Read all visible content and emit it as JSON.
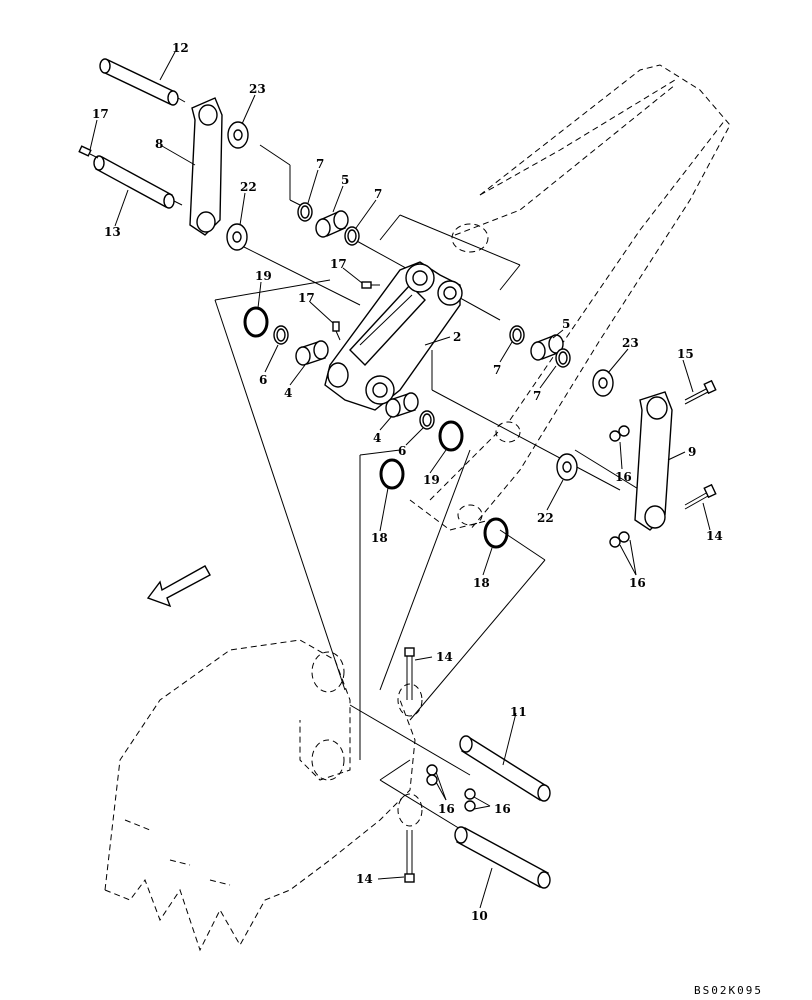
{
  "diagram": {
    "drawing_code": "BS02K095",
    "callouts": {
      "c1": "12",
      "c2": "17",
      "c3": "8",
      "c4": "23",
      "c5": "13",
      "c6": "7",
      "c7": "5",
      "c8": "7",
      "c9": "22",
      "c10": "17",
      "c11": "19",
      "c12": "17",
      "c13": "2",
      "c14": "6",
      "c15": "4",
      "c16": "7",
      "c17": "5",
      "c18": "23",
      "c19": "7",
      "c20": "15",
      "c21": "4",
      "c22": "6",
      "c23": "19",
      "c24": "16",
      "c25": "9",
      "c26": "18",
      "c27": "22",
      "c28": "14",
      "c29": "16",
      "c30": "18",
      "c31": "14",
      "c32": "11",
      "c33": "16",
      "c34": "16",
      "c35": "14",
      "c36": "10"
    }
  }
}
